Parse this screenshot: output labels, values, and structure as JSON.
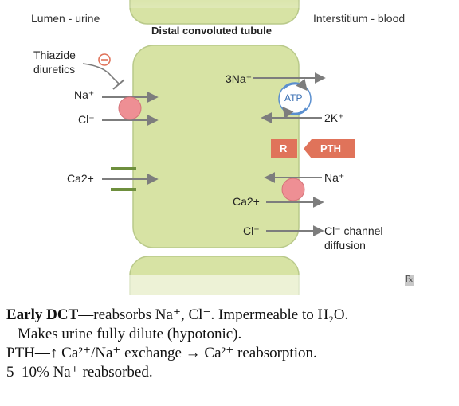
{
  "header": {
    "lumen": "Lumen - urine",
    "interstitium": "Interstitium - blood",
    "tubule": "Distal convoluted tubule"
  },
  "labels": {
    "thiazide": "Thiazide",
    "diuretics": "diuretics",
    "inhibit_symbol": "⊖",
    "na_left": "Na⁺",
    "cl_left": "Cl⁻",
    "ca_left": "Ca2+",
    "three_na": "3Na⁺",
    "atp": "ATP",
    "two_k": "2K⁺",
    "r_box": "R",
    "pth_box": "PTH",
    "na_right": "Na⁺",
    "ca_mid": "Ca2+",
    "cl_mid": "Cl⁻",
    "cl_channel": "Cl⁻ channel",
    "diffusion": "diffusion",
    "rx_badge": "℞"
  },
  "colors": {
    "cell_fill": "#d7e3a4",
    "cell_stroke": "#b9c98a",
    "arrow": "#7d7d7d",
    "transporter": "#ee8f94",
    "pump_ring": "#5a8fcf",
    "r_box": "#e0735a",
    "pth_box": "#e0735a",
    "channel": "#6e8f3d"
  },
  "caption": {
    "l1_bold": "Early DCT",
    "l1_rest": "—reabsorbs Na⁺, Cl⁻. Impermeable to H₂O.",
    "l2": "Makes urine fully dilute (hypotonic).",
    "l3": "PTH—↑ Ca²⁺/Na⁺ exchange → Ca²⁺ reabsorption.",
    "l4": "5–10% Na⁺ reabsorbed."
  }
}
